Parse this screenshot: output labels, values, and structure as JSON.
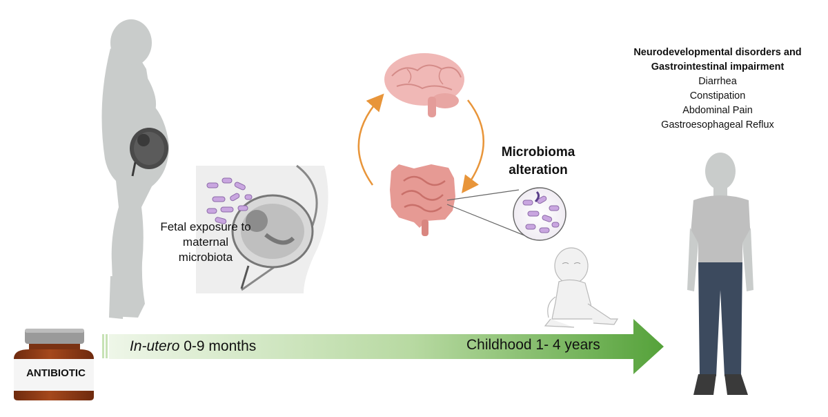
{
  "labels": {
    "fetal_exposure": "Fetal exposure to maternal microbiota",
    "microbioma": "Microbioma alteration",
    "neuro_title": "Neurodevelopmental disorders and Gastrointestinal  impairment",
    "symptoms": [
      "Diarrhea",
      "Constipation",
      "Abdominal Pain",
      "Gastroesophageal Reflux"
    ],
    "in_utero_italic": "In-utero",
    "in_utero_rest": " 0-9 months",
    "childhood": "Childhood 1- 4 years",
    "antibiotic": "ANTIBIOTIC"
  },
  "colors": {
    "silhouette": "#c9cccb",
    "brain": "#f0b8b6",
    "intestine": "#e69a94",
    "cycle_arrow": "#e8953a",
    "timeline_start": "#e8f3df",
    "timeline_end": "#5aa63c",
    "bottle": "#8b3a16",
    "shirt": "#bfbfbf",
    "jeans": "#3c4a5e",
    "bacteria": "#c9a6e0"
  }
}
